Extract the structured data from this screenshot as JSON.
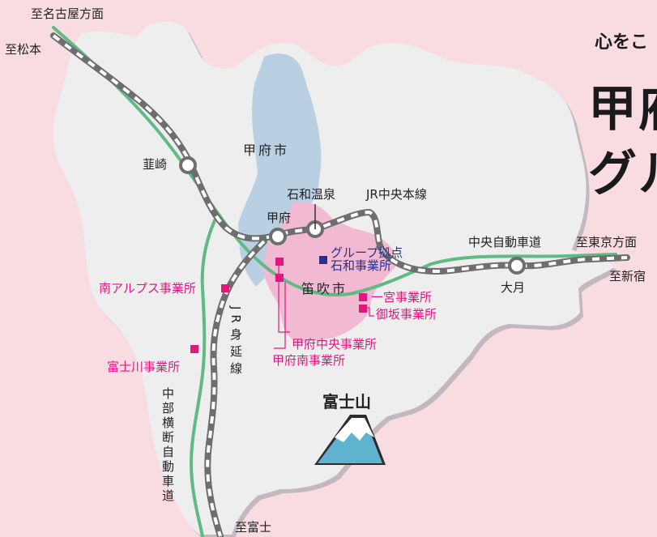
{
  "heading": {
    "tagline": "心をこ",
    "title_line1": "甲府",
    "title_line2": "グル"
  },
  "map": {
    "directions": {
      "nagoya": "至名古屋方面",
      "matsumoto": "至松本",
      "tokyo": "至東京方面",
      "shinjuku": "至新宿",
      "fuji": "至富士"
    },
    "cities": {
      "kofu_city": "甲府市",
      "fuefuki_city": "笛吹市"
    },
    "stations": {
      "nirasaki": "韮崎",
      "kofu": "甲府",
      "isawa_onsen": "石和温泉",
      "otsuki": "大月"
    },
    "lines": {
      "jr_chuo": "JR中央本線",
      "chuo_expressway": "中央自動車道",
      "jr_minobu": "JR身延線",
      "chubu_odan": "中部横断自動車道"
    },
    "landmark": {
      "fuji": "富士山"
    },
    "group_base": {
      "line1": "グループ拠点",
      "line2": "石和事業所"
    },
    "offices": {
      "minami_alps": "南アルプス事業所",
      "fujikawa": "富士川事業所",
      "ichinomiya": "一宮事業所",
      "misaka": "御坂事業所",
      "kofu_chuo": "甲府中央事業所",
      "kofu_minami": "甲府南事業所"
    }
  },
  "colors": {
    "background": "#f9dbe2",
    "land": "#efeeef",
    "kofu_area": "#b9cfe2",
    "fuefuki_area": "#f1b9d2",
    "expressway": "#5fba83",
    "rail": "#777777",
    "office_marker": "#e0187e",
    "group_marker": "#2a2f8c",
    "fuji_blue": "#5fb3cf"
  }
}
